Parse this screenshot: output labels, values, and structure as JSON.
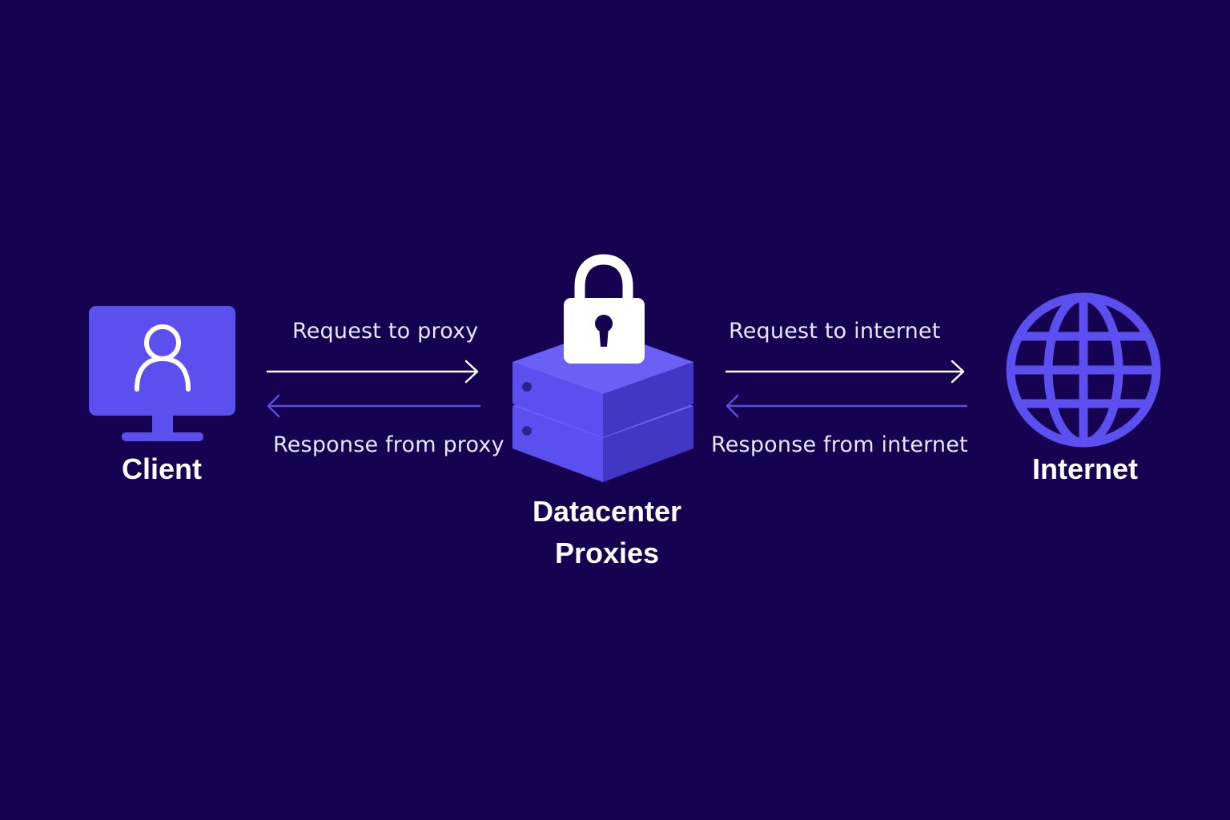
{
  "nodes": {
    "client": {
      "label": "Client",
      "icon": "monitor-user-icon"
    },
    "proxy": {
      "label_line1": "Datacenter",
      "label_line2": "Proxies",
      "icon": "server-lock-icon"
    },
    "internet": {
      "label": "Internet",
      "icon": "globe-icon"
    }
  },
  "edges": {
    "request_to_proxy": "Request to proxy",
    "response_from_proxy": "Response from proxy",
    "request_to_internet": "Request to internet",
    "response_from_internet": "Response from internet"
  },
  "colors": {
    "background": "#150251",
    "accent": "#5b4ff0",
    "accent_dark": "#4a3fd6",
    "text": "#ffffff",
    "response_arrow": "#5a4fd8"
  }
}
